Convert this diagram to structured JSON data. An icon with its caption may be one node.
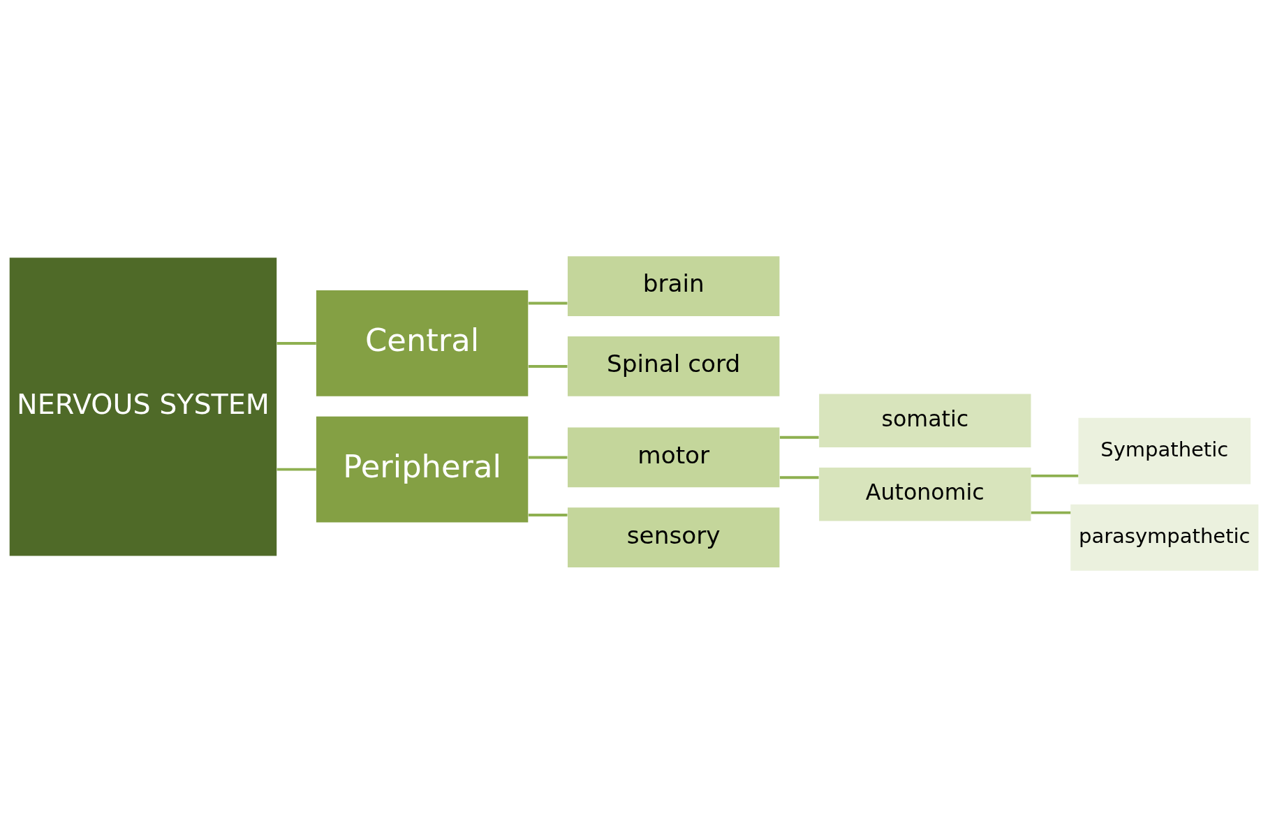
{
  "diagram": {
    "nodes": [
      {
        "text": [
          "NERVOUS SYSTEM"
        ]
      },
      {
        "text": [
          "Central"
        ]
      },
      {
        "text": [
          "brain"
        ]
      },
      {
        "text": [
          "Spinal cord"
        ]
      },
      {
        "text": [
          "Peripheral"
        ]
      },
      {
        "text": [
          "motor"
        ]
      },
      {
        "text": [
          "somatic"
        ]
      },
      {
        "text": [
          "Autonomic"
        ]
      },
      {
        "text": [
          "Sympathetic"
        ]
      },
      {
        "text": [
          "parasympathetic"
        ]
      },
      {
        "text": [
          "sensory"
        ]
      }
    ],
    "edges": [
      {
        "from": 0,
        "to": 1,
        "arrow": "none"
      },
      {
        "from": 0,
        "to": 4,
        "arrow": "none"
      },
      {
        "from": 1,
        "to": 2,
        "arrow": "none"
      },
      {
        "from": 1,
        "to": 3,
        "arrow": "none"
      },
      {
        "from": 4,
        "to": 5,
        "arrow": "none"
      },
      {
        "from": 4,
        "to": 10,
        "arrow": "none"
      },
      {
        "from": 5,
        "to": 6,
        "arrow": "none"
      },
      {
        "from": 5,
        "to": 7,
        "arrow": "none"
      },
      {
        "from": 7,
        "to": 8,
        "arrow": "none"
      },
      {
        "from": 7,
        "to": 9,
        "arrow": "none"
      }
    ]
  }
}
